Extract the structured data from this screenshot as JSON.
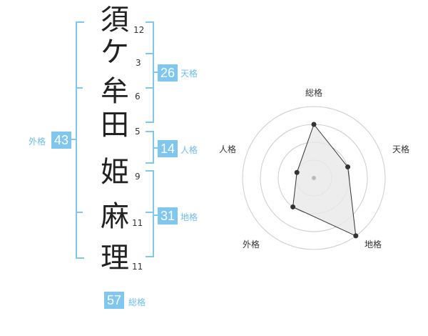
{
  "name_characters": [
    {
      "char": "須",
      "strokes": "12"
    },
    {
      "char": "ケ",
      "strokes": "3"
    },
    {
      "char": "牟",
      "strokes": "6"
    },
    {
      "char": "田",
      "strokes": "5"
    },
    {
      "char": "姫",
      "strokes": "9"
    },
    {
      "char": "麻",
      "strokes": "11"
    },
    {
      "char": "理",
      "strokes": "11"
    }
  ],
  "kakusu": {
    "tenkaku": {
      "value": "26",
      "label": "天格"
    },
    "jinkaku": {
      "value": "14",
      "label": "人格"
    },
    "chikaku": {
      "value": "31",
      "label": "地格"
    },
    "gaikaku": {
      "value": "43",
      "label": "外格"
    },
    "soukaku": {
      "value": "57",
      "label": "総格"
    }
  },
  "radar": {
    "axes": [
      "総格",
      "天格",
      "地格",
      "外格",
      "人格"
    ],
    "levels": 4,
    "scores": [
      3,
      2,
      4,
      2,
      1
    ],
    "colors": {
      "ring": "#cccccc",
      "fill": "#e8e8e8",
      "line": "#333333",
      "point": "#333333",
      "center": "#bbbbbb"
    }
  }
}
